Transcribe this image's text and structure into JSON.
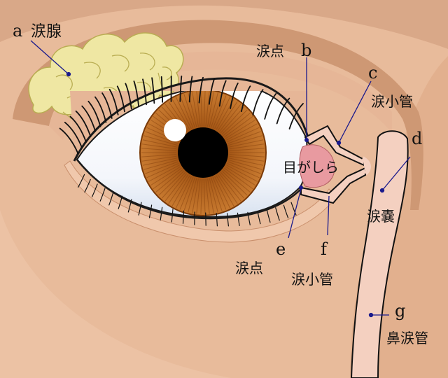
{
  "labels": {
    "a": {
      "letter": "a",
      "text": "涙腺"
    },
    "b": {
      "letter": "b",
      "text": "涙点"
    },
    "c": {
      "letter": "c",
      "text": "涙小管"
    },
    "d": {
      "letter": "d",
      "text": "涙嚢"
    },
    "e": {
      "letter": "e",
      "text": "涙点"
    },
    "f": {
      "letter": "f",
      "text": "涙小管"
    },
    "g": {
      "letter": "g",
      "text": "鼻涙管"
    },
    "caruncle": "目がしら"
  },
  "colors": {
    "skin": "#e8bb9b",
    "skin_dark": "#d6a07c",
    "skin_light": "#f0ccb2",
    "gland": "#efe7a3",
    "duct": "#f4d0c0",
    "sclera": "#ffffff",
    "iris": "#b8641e",
    "pupil": "#000000",
    "caruncle": "#e89aa0",
    "line": "#1a1a8c"
  }
}
